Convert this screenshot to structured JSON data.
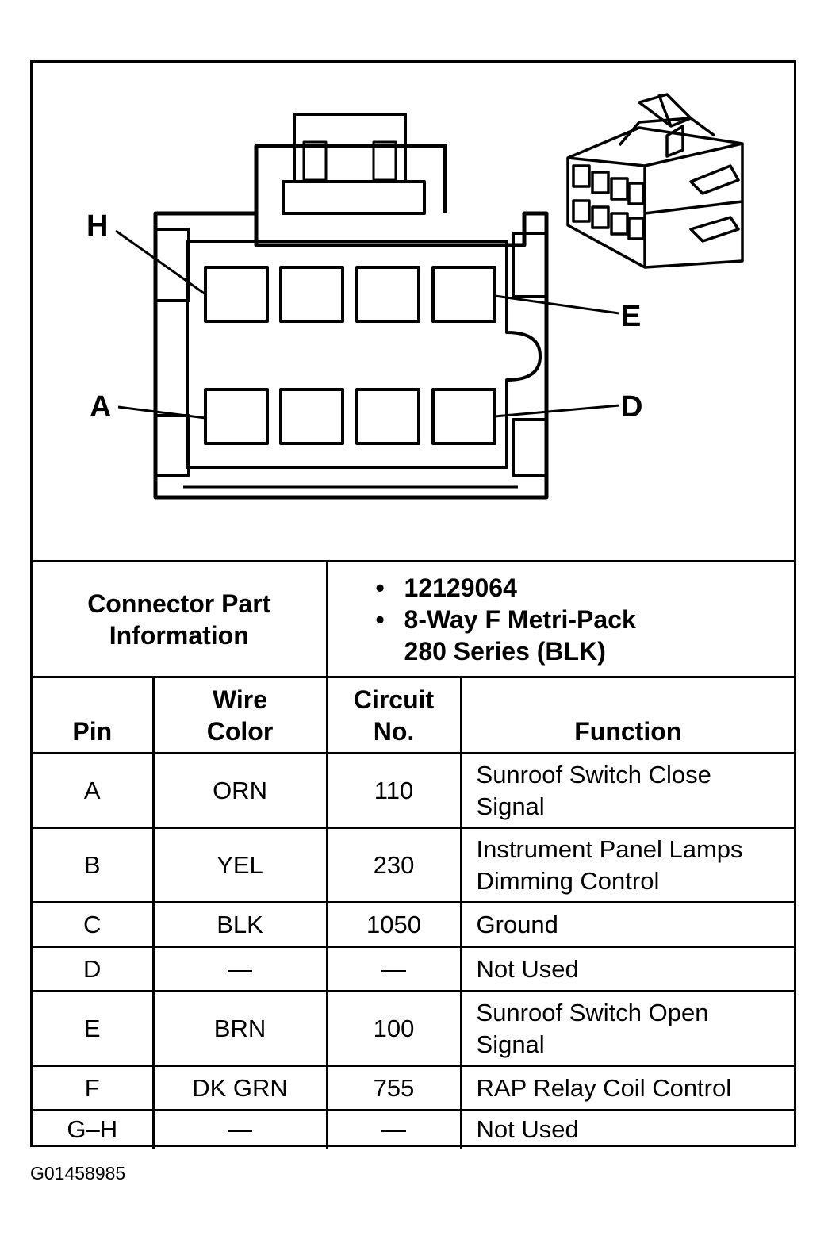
{
  "diagram": {
    "pin_labels": {
      "H": "H",
      "E": "E",
      "A": "A",
      "D": "D"
    }
  },
  "connector_info": {
    "title_line1": "Connector Part",
    "title_line2": "Information",
    "part_number": "12129064",
    "description_line1": "8-Way F Metri-Pack",
    "description_line2": "280 Series (BLK)"
  },
  "table": {
    "headers": {
      "pin": "Pin",
      "wire_color_line1": "Wire",
      "wire_color_line2": "Color",
      "circuit_line1": "Circuit",
      "circuit_line2": "No.",
      "function": "Function"
    },
    "rows": [
      {
        "pin": "A",
        "wire_color": "ORN",
        "circuit": "110",
        "function_line1": "Sunroof Switch Close",
        "function_line2": "Signal"
      },
      {
        "pin": "B",
        "wire_color": "YEL",
        "circuit": "230",
        "function_line1": "Instrument Panel Lamps",
        "function_line2": "Dimming Control"
      },
      {
        "pin": "C",
        "wire_color": "BLK",
        "circuit": "1050",
        "function_line1": "Ground",
        "function_line2": ""
      },
      {
        "pin": "D",
        "wire_color": "—",
        "circuit": "—",
        "function_line1": "Not Used",
        "function_line2": ""
      },
      {
        "pin": "E",
        "wire_color": "BRN",
        "circuit": "100",
        "function_line1": "Sunroof Switch Open",
        "function_line2": "Signal"
      },
      {
        "pin": "F",
        "wire_color": "DK GRN",
        "circuit": "755",
        "function_line1": "RAP Relay Coil Control",
        "function_line2": ""
      },
      {
        "pin": "G–H",
        "wire_color": "—",
        "circuit": "—",
        "function_line1": "Not Used",
        "function_line2": ""
      }
    ]
  },
  "figure_id": "G01458985"
}
